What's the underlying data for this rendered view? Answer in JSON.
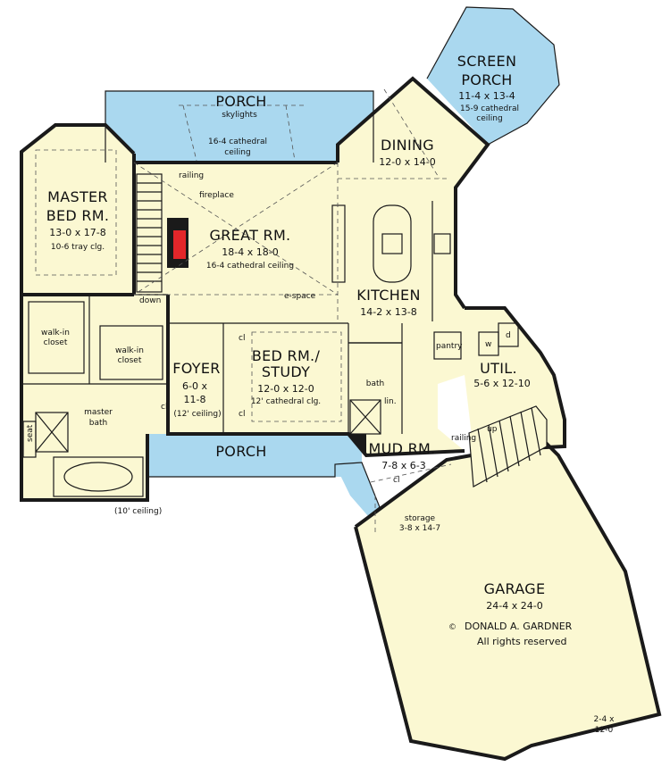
{
  "colors": {
    "floor": "#fbf8d2",
    "porch": "#aad8ef",
    "wall": "#1a1a1a",
    "fireplace": "#e3262a"
  },
  "rooms": {
    "screen_porch": {
      "name1": "SCREEN",
      "name2": "PORCH",
      "dims": "11-4 x 13-4",
      "note1": "15-9 cathedral",
      "note2": "ceiling"
    },
    "top_porch": {
      "name": "PORCH",
      "note1": "skylights",
      "note2": "16-4 cathedral",
      "note3": "ceiling"
    },
    "dining": {
      "name": "DINING",
      "dims": "12-0 x 14-0"
    },
    "master_bed": {
      "name1": "MASTER",
      "name2": "BED RM.",
      "dims": "13-0 x 17-8",
      "note": "10-6 tray clg."
    },
    "great_room": {
      "name": "GREAT RM.",
      "dims": "18-4 x 18-0",
      "note": "16-4 cathedral ceiling"
    },
    "kitchen": {
      "name": "KITCHEN",
      "dims": "14-2 x 13-8"
    },
    "walkin_left": {
      "l1": "walk-in",
      "l2": "closet"
    },
    "walkin_right": {
      "l1": "walk-in",
      "l2": "closet"
    },
    "foyer": {
      "name": "FOYER",
      "dims1": "6-0 x",
      "dims2": "11-8",
      "note": "(12' ceiling)"
    },
    "bed_study": {
      "name1": "BED RM./",
      "name2": "STUDY",
      "dims": "12-0 x 12-0",
      "note": "12' cathedral clg."
    },
    "util": {
      "name": "UTIL.",
      "dims": "5-6 x 12-10"
    },
    "master_bath": {
      "l1": "master",
      "l2": "bath"
    },
    "bath": "bath",
    "mud_room": {
      "name": "MUD RM.",
      "dims": "7-8 x 6-3"
    },
    "front_porch": {
      "name": "PORCH"
    },
    "storage": {
      "name": "storage",
      "dims": "3-8 x 14-7"
    },
    "garage": {
      "name": "GARAGE",
      "dims": "24-4 x 24-0"
    },
    "garage_ext": {
      "l1": "2-4 x",
      "l2": "12-0"
    }
  },
  "small_labels": {
    "railing_top": "railing",
    "fireplace": "fireplace",
    "down": "down",
    "e_space": "e-space",
    "pantry": "pantry",
    "w": "w",
    "d": "d",
    "cl_a": "cl",
    "cl_b": "cl",
    "cl_foyer": "cl",
    "lin": "lin.",
    "up": "up",
    "railing_stair": "railing",
    "cl_mud": "cl",
    "seat": "seat",
    "ceiling_10": "(10' ceiling)"
  },
  "copyright": {
    "symbol": "©",
    "owner": "DONALD A. GARDNER",
    "rights": "All rights reserved"
  }
}
